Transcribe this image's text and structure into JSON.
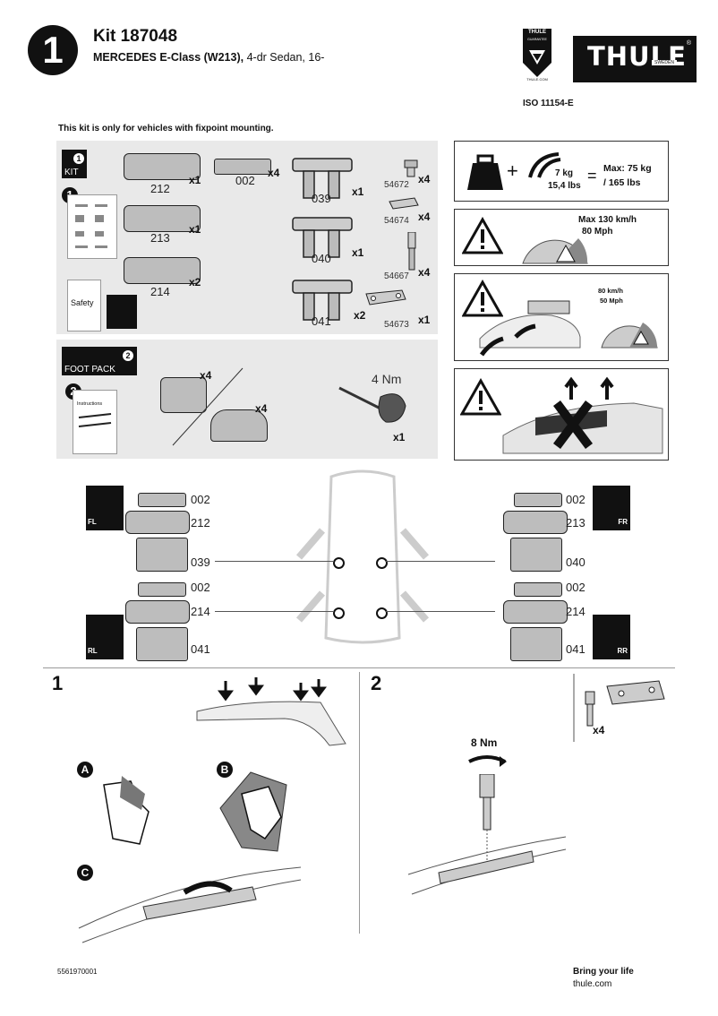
{
  "header": {
    "step_badge": "1",
    "kit_title": "Kit 187048",
    "vehicle_bold": "MERCEDES E-Class (W213),",
    "vehicle_rest": " 4-dr Sedan, 16-",
    "iso": "ISO 11154-E",
    "brand": "THULE",
    "brand_sub": "SWEDEN",
    "brand_reg": "®",
    "guarantee_top": "THULE",
    "guarantee_sub": "GUARANTEE",
    "guarantee_url": "THULE.COM"
  },
  "notice": "This kit is only for vehicles with fixpoint mounting.",
  "kit_panel": {
    "badge_num": "1",
    "label": "KIT",
    "sheet_num": "1",
    "safety": "Safety",
    "parts": [
      {
        "code": "212",
        "qty": "x1"
      },
      {
        "code": "213",
        "qty": "x1"
      },
      {
        "code": "214",
        "qty": "x2"
      },
      {
        "code": "002",
        "qty": "x4"
      },
      {
        "code": "039",
        "qty": "x1"
      },
      {
        "code": "040",
        "qty": "x1"
      },
      {
        "code": "041",
        "qty": "x2"
      },
      {
        "code": "54672",
        "qty": "x4"
      },
      {
        "code": "54674",
        "qty": "x4"
      },
      {
        "code": "54667",
        "qty": "x4"
      },
      {
        "code": "54673",
        "qty": "x1"
      }
    ]
  },
  "foot_panel": {
    "badge_num": "2",
    "label": "FOOT PACK",
    "sheet_num": "2",
    "instructions": "Instructions",
    "foot_a_qty": "x4",
    "foot_b_qty": "x4",
    "torque": "4 Nm",
    "key_qty": "x1"
  },
  "info": {
    "weight": "7 kg",
    "weight_lbs": "15,4 lbs",
    "equals": "=",
    "plus": "+",
    "max_load": "Max: 75 kg",
    "max_load_lbs": "/ 165 lbs",
    "speed_max": "Max  130 km/h",
    "speed_mph": "80 Mph",
    "speed2_kmh": "80 km/h",
    "speed2_mph": "50 Mph"
  },
  "layout_diagram": {
    "left": [
      {
        "corner": "FL",
        "top": "002",
        "mid": "212",
        "bottom": "039"
      },
      {
        "corner": "RL",
        "top": "002",
        "mid": "214",
        "bottom": "041"
      }
    ],
    "right": [
      {
        "corner": "FR",
        "top": "002",
        "mid": "213",
        "bottom": "040"
      },
      {
        "corner": "RR",
        "top": "002",
        "mid": "214",
        "bottom": "041"
      }
    ]
  },
  "steps": {
    "step1": "1",
    "step2": "2",
    "sub_a": "A",
    "sub_b": "B",
    "sub_c": "C",
    "torque2": "8 Nm",
    "bolt_qty": "x4"
  },
  "footer": {
    "code": "5561970001",
    "tagline": "Bring your life",
    "url": "thule.com"
  }
}
